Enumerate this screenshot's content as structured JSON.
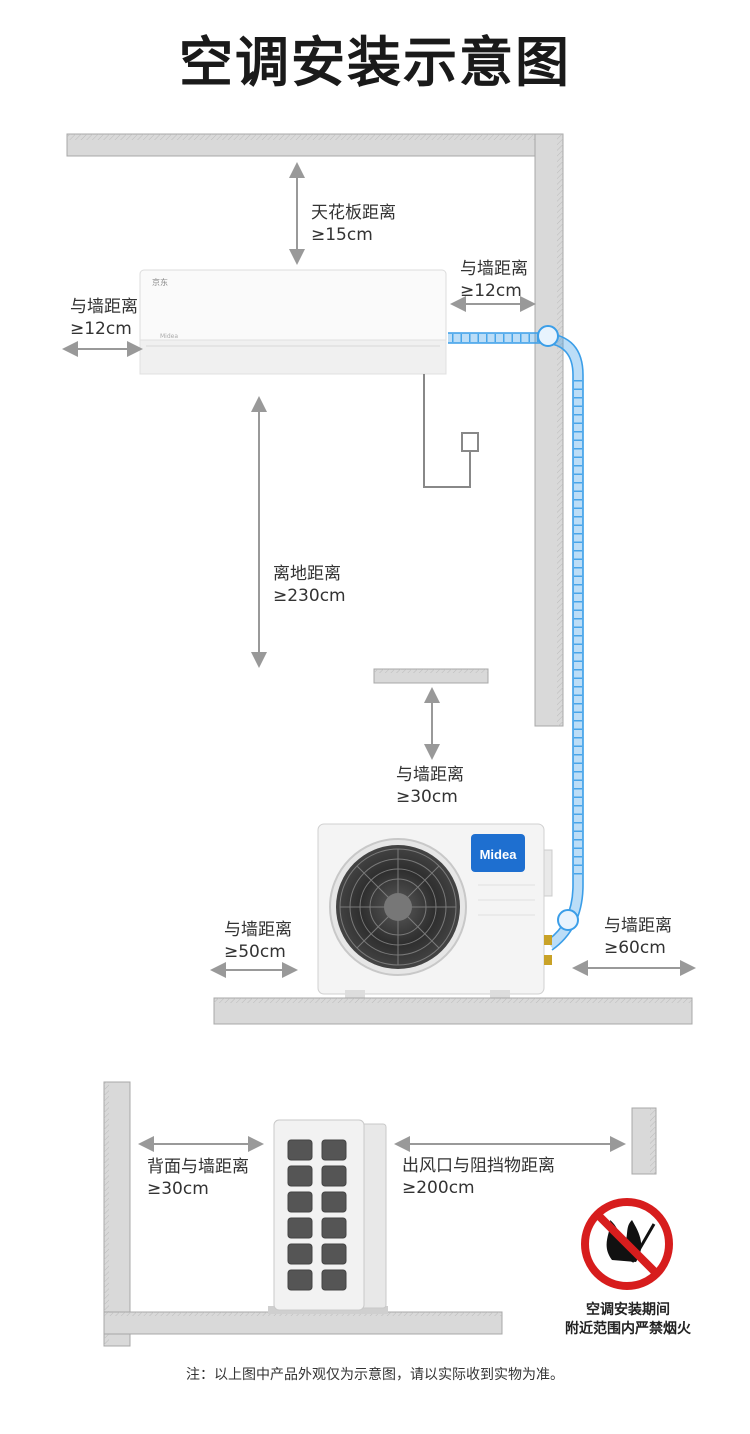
{
  "title": "空调安装示意图",
  "labels": {
    "ceiling": {
      "name": "天花板距离",
      "value": "≥15cm"
    },
    "indoor_right": {
      "name": "与墙距离",
      "value": "≥12cm"
    },
    "indoor_left": {
      "name": "与墙距离",
      "value": "≥12cm"
    },
    "floor": {
      "name": "离地距离",
      "value": "≥230cm"
    },
    "outdoor_top": {
      "name": "与墙距离",
      "value": "≥30cm"
    },
    "outdoor_left": {
      "name": "与墙距离",
      "value": "≥50cm"
    },
    "outdoor_right": {
      "name": "与墙距离",
      "value": "≥60cm"
    },
    "back": {
      "name": "背面与墙距离",
      "value": "≥30cm"
    },
    "outlet": {
      "name": "出风口与阻挡物距离",
      "value": "≥200cm"
    }
  },
  "indoor_brand_small": "京东",
  "indoor_logo_small": "Midea",
  "outdoor_logo": "Midea",
  "warning": {
    "line1": "空调安装期间",
    "line2": "附近范围内严禁烟火"
  },
  "note": "注：以上图中产品外观仅为示意图，请以实际收到实物为准。",
  "colors": {
    "wall": "#d9d9d9",
    "wall_edge": "#a8a8a8",
    "pipe": "#3b9ee8",
    "arrow": "#999999",
    "logo_blue": "#1e6fd0",
    "no_fire_red": "#d71d1d"
  }
}
